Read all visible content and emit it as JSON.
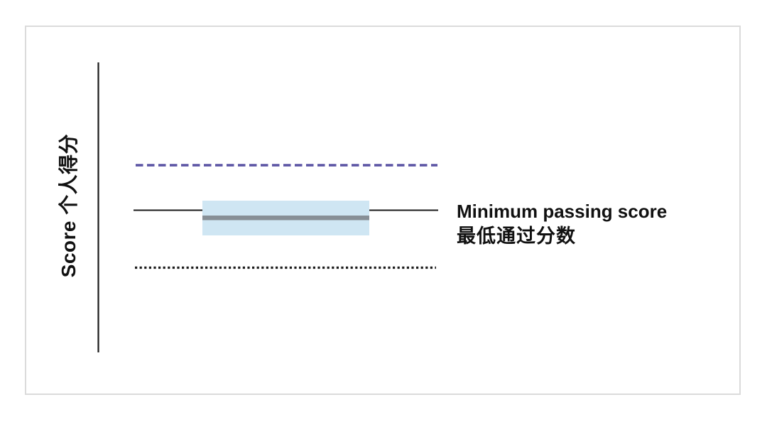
{
  "figure": {
    "ylabel": "Score 个人得分",
    "annotation": {
      "line1": "Minimum passing score",
      "line2": "最低通过分数"
    }
  },
  "colors": {
    "upper_dashed_line": "#5B54A4",
    "band_fill": "#CFE6F3",
    "band_center_line": "#878F96",
    "line_black": "#1A1A1A",
    "card_border": "#DBDBDB"
  },
  "chart_data": {
    "type": "line",
    "title": "",
    "xlabel": "",
    "ylabel": "Score 个人得分",
    "grid": false,
    "legend_position": "none",
    "axis_has_numeric_ticks": false,
    "annotations": [
      {
        "text": "Minimum passing score 最低通过分数",
        "attached_to": "minimum_passing_score_line",
        "position": "right of solid line"
      }
    ],
    "elements": [
      {
        "name": "upper_reference_line",
        "style": "dashed",
        "color": "#5B54A4",
        "relative_score": 0.65,
        "x_extent_relative": [
          0.12,
          0.56
        ]
      },
      {
        "name": "minimum_passing_score_line",
        "style": "solid",
        "color": "#1A1A1A",
        "relative_score": 0.49,
        "x_extent_relative": [
          0.12,
          0.56
        ]
      },
      {
        "name": "score_uncertainty_band",
        "style": "band",
        "fill": "#CFE6F3",
        "relative_score_range": [
          0.4,
          0.52
        ],
        "x_extent_relative": [
          0.22,
          0.46
        ]
      },
      {
        "name": "band_center_score_line",
        "style": "thick_solid",
        "color": "#878F96",
        "relative_score": 0.46,
        "x_extent_relative": [
          0.22,
          0.46
        ]
      },
      {
        "name": "lower_reference_line",
        "style": "dotted",
        "color": "#1A1A1A",
        "relative_score": 0.29,
        "x_extent_relative": [
          0.12,
          0.56
        ]
      }
    ]
  }
}
